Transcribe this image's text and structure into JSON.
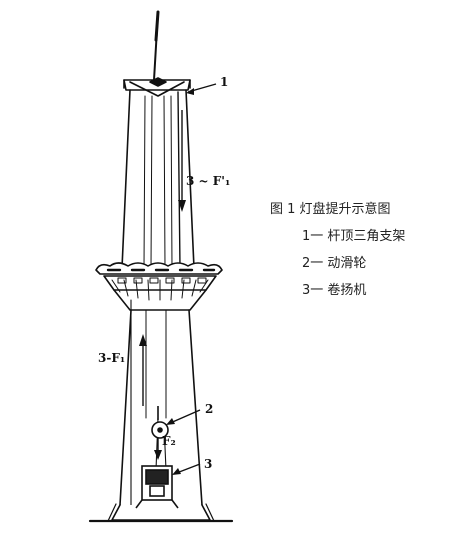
{
  "caption": {
    "title": "图 1 灯盘提升示意图",
    "items": [
      "1一 杆顶三角支架",
      "2一 动滑轮",
      "3一 卷扬机"
    ]
  },
  "figure": {
    "callouts": {
      "tripod": "1",
      "pulley": "2",
      "winch": "3"
    },
    "forces": {
      "upper": "3 ~ F'₁",
      "lower": "3-F₁",
      "pulley": "F₂"
    }
  }
}
